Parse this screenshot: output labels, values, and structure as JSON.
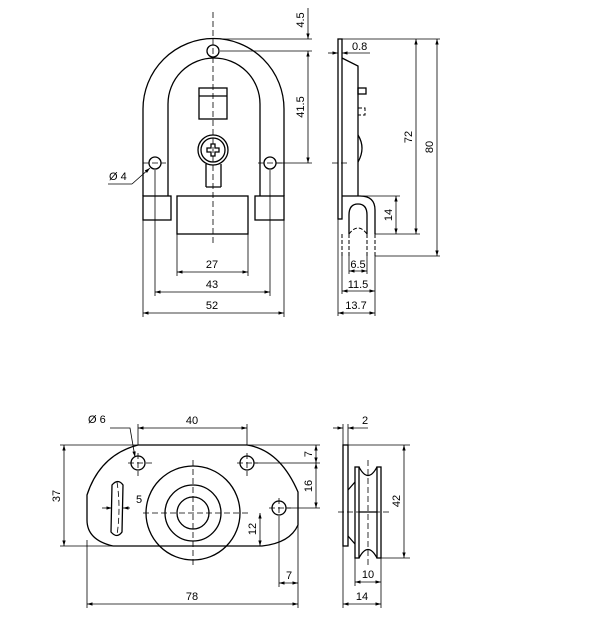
{
  "top_front": {
    "d_top_offset": "4.5",
    "d_hole_spacing_v": "41.5",
    "d_hole_dia": "Ø 4",
    "d_27": "27",
    "d_43": "43",
    "d_52": "52"
  },
  "top_side": {
    "d_plate": "0.8",
    "d_72": "72",
    "d_80": "80",
    "d_14": "14",
    "d_6_5": "6.5",
    "d_11_5": "11.5",
    "d_13_7": "13.7"
  },
  "bottom_front": {
    "d_hole_dia": "Ø 6",
    "d_40": "40",
    "d_7_top": "7",
    "d_37": "37",
    "d_5": "5",
    "d_16": "16",
    "d_12": "12",
    "d_7_bottom": "7",
    "d_78": "78"
  },
  "bottom_side": {
    "d_2": "2",
    "d_42": "42",
    "d_10": "10",
    "d_14": "14"
  }
}
